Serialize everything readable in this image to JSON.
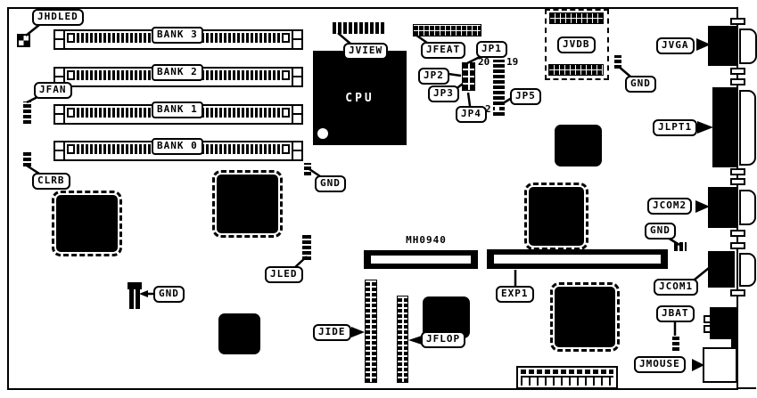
{
  "diagram": {
    "board_id": "MH0940",
    "cpu": "CPU"
  },
  "banks": {
    "b3": "BANK 3",
    "b2": "BANK 2",
    "b1": "BANK 1",
    "b0": "BANK 0"
  },
  "callouts": {
    "jhdled": "JHDLED",
    "jfan": "JFAN",
    "clrb": "CLRB",
    "jview": "JVIEW",
    "jfeat": "JFEAT",
    "jp1": "JP1",
    "jp2": "JP2",
    "jp3": "JP3",
    "jp4": "JP4",
    "jp5": "JP5",
    "jvdb": "JVDB",
    "gnd_top": "GND",
    "jvga": "JVGA",
    "jlpt1": "JLPT1",
    "jcom2": "JCOM2",
    "gnd_right": "GND",
    "jcom1": "JCOM1",
    "jbat": "JBAT",
    "jmouse": "JMOUSE",
    "jled": "JLED",
    "gnd_left": "GND",
    "gnd_mid": "GND",
    "jide": "JIDE",
    "jflop": "JFLOP",
    "exp1": "EXP1"
  },
  "pin_numbers": {
    "jp5_top_left": "20",
    "jp5_top_right": "19",
    "jp5_bottom_left": "2"
  },
  "colors": {
    "line": "#000000",
    "background": "#ffffff"
  }
}
